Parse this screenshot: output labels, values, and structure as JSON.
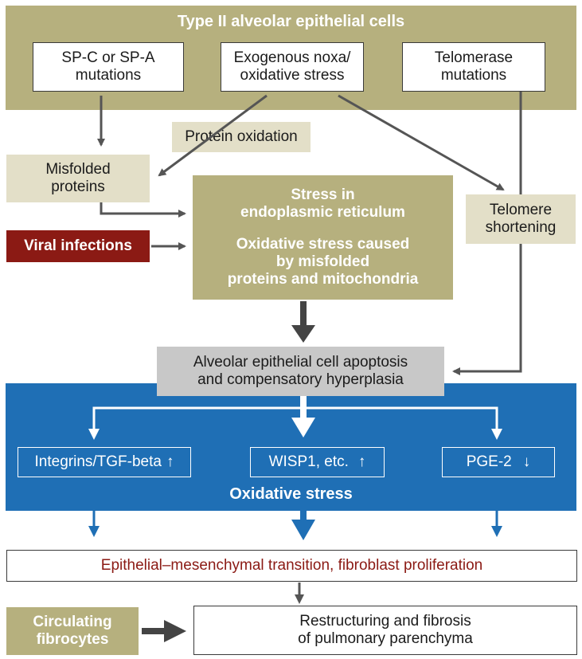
{
  "top_band": {
    "title": "Type II alveolar epithelial cells",
    "box_mutations": "SP-C or SP-A\nmutations",
    "box_noxa": "Exogenous noxa/\noxidative stress",
    "box_telomerase": "Telomerase\nmutations"
  },
  "protein_oxidation": "Protein oxidation",
  "misfolded_proteins": "Misfolded\nproteins",
  "viral_infections": "Viral infections",
  "er_stress": {
    "line1": "Stress in\nendoplasmic reticulum",
    "line2": "Oxidative stress caused\nby misfolded\nproteins and mitochondria"
  },
  "telomere_shortening": "Telomere\nshortening",
  "apoptosis": "Alveolar epithelial cell apoptosis\nand compensatory hyperplasia",
  "blue_band": {
    "integrins": "Integrins/TGF-beta",
    "wisp1": "WISP1, etc.",
    "pge2": "PGE-2",
    "oxidative_stress": "Oxidative stress",
    "up_arrow": "↑",
    "down_arrow": "↓"
  },
  "emt": "Epithelial–mesenchymal transition, fibroblast proliferation",
  "circulating_fibrocytes": "Circulating\nfibrocytes",
  "restructuring": "Restructuring and fibrosis\nof pulmonary parenchyma",
  "colors": {
    "olive": "#b6b07e",
    "beige": "#e3dfc8",
    "blue": "#1f6fb5",
    "dark_red": "#8b1a14",
    "emt_text": "#8b1a14",
    "gray": "#c8c8c8",
    "arrow_gray": "#555555"
  }
}
